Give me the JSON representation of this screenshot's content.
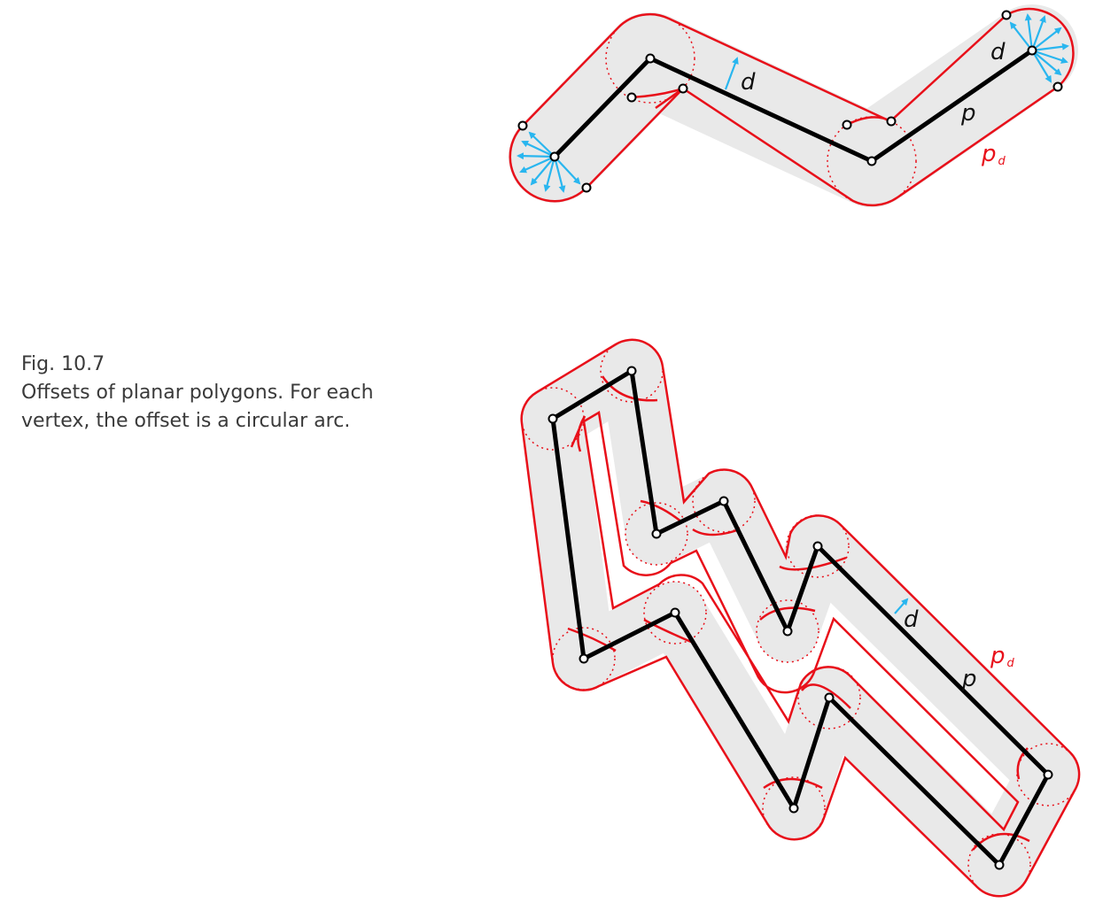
{
  "caption": {
    "figure_number": "Fig. 10.7",
    "line1": "Offsets of planar polygons. For each",
    "line2": "vertex, the offset is a circular arc."
  },
  "labels": {
    "distance": "d",
    "polygon": "p",
    "offset_main": "p",
    "offset_sub": "d"
  },
  "colors": {
    "polygon": "#000000",
    "offset_outline": "#e8101a",
    "offset_fill": "#e9e9e9",
    "arrow": "#29b6ef",
    "vertex_fill": "#ffffff"
  },
  "icons": {
    "arrow": "cyan-arrow-icon",
    "vertex": "vertex-circle-icon"
  }
}
